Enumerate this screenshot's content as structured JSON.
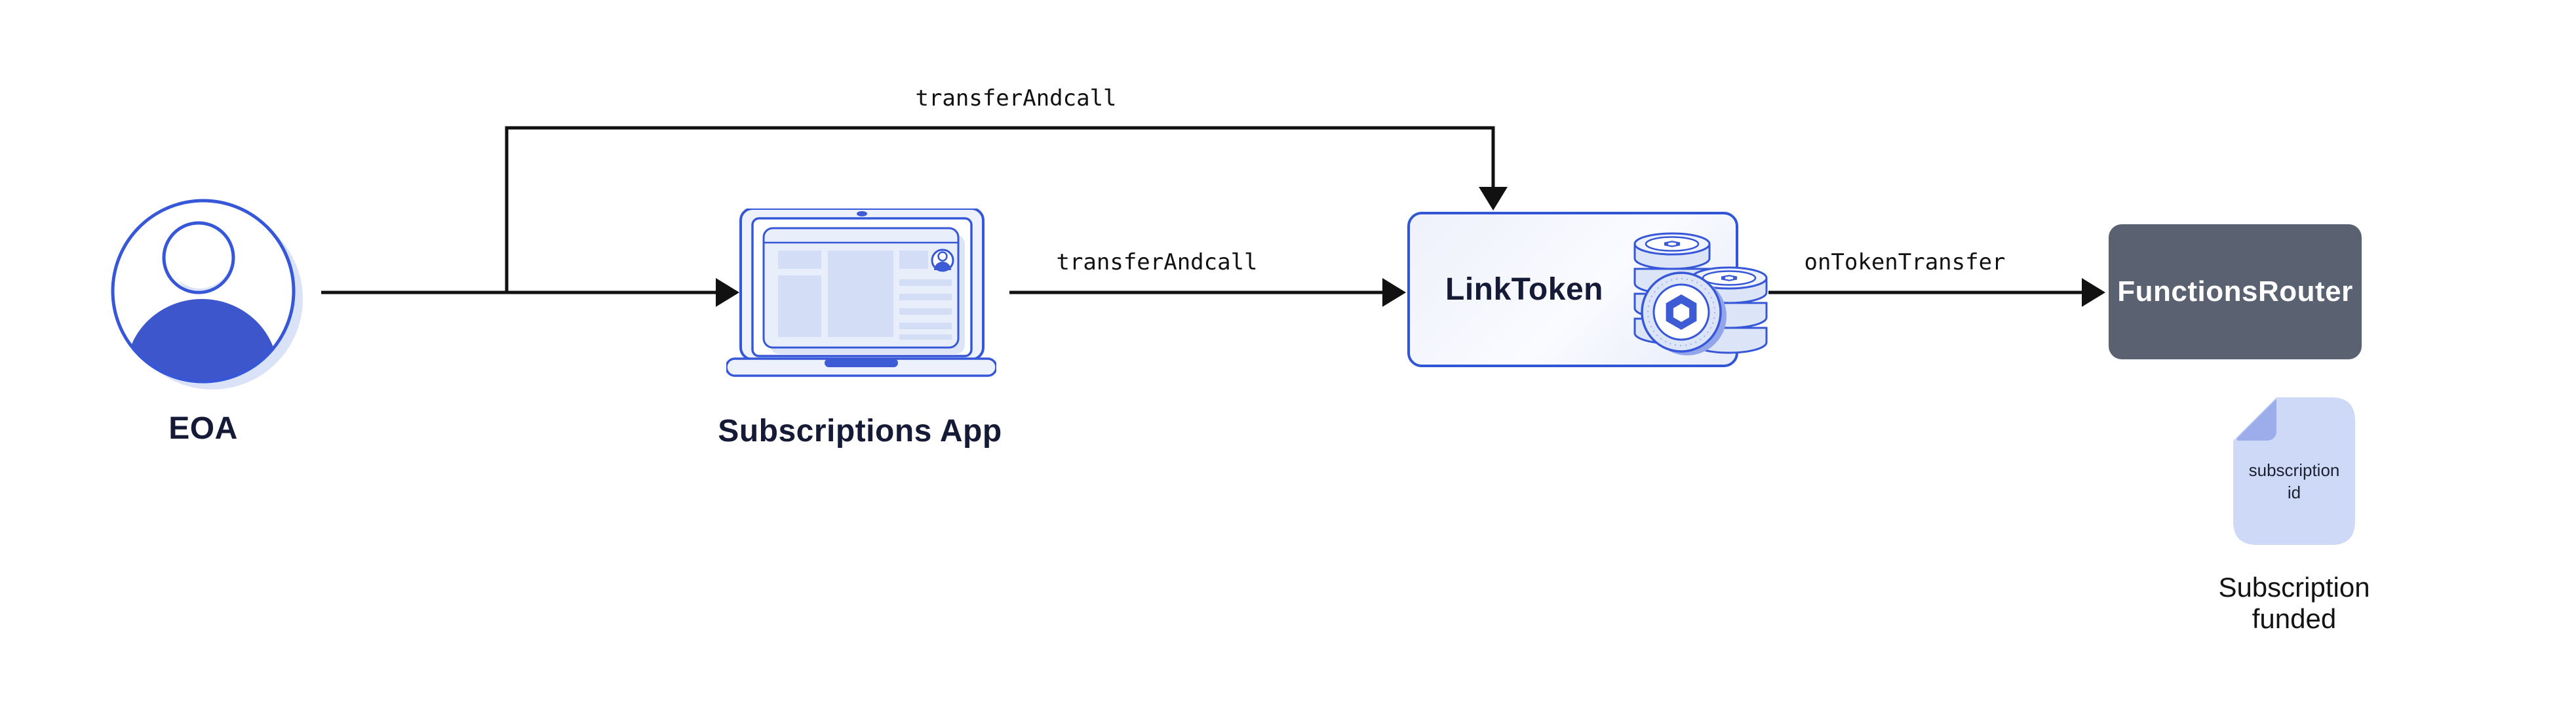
{
  "nodes": {
    "eoa": {
      "label": "EOA",
      "icon": "user-avatar-icon"
    },
    "subscriptions_app": {
      "label": "Subscriptions App",
      "icon": "laptop-icon"
    },
    "link_token": {
      "label": "LinkToken",
      "icon": "coins-icon"
    },
    "functions_router": {
      "label": "FunctionsRouter"
    },
    "subscription_doc": {
      "icon": "document-icon",
      "line1": "subscription",
      "line2": "id"
    },
    "result_caption": {
      "line1": "Subscription",
      "line2": "funded"
    }
  },
  "edges": {
    "eoa_to_linktoken_top": {
      "label": "transferAndcall"
    },
    "app_to_linktoken": {
      "label": "transferAndcall"
    },
    "linktoken_to_router": {
      "label": "onTokenTransfer"
    }
  },
  "colors": {
    "accent_blue": "#3657d8",
    "solid_blue": "#3d5bd4",
    "navy_text": "#151b36",
    "slate_box": "#5a6170",
    "lavender_fill": "#e9eefb",
    "lavender_shadow": "#d9e2f7",
    "doc_fill": "#cdd9f6",
    "doc_fold": "#9dadeb",
    "arrow_black": "#111111",
    "white": "#ffffff"
  }
}
